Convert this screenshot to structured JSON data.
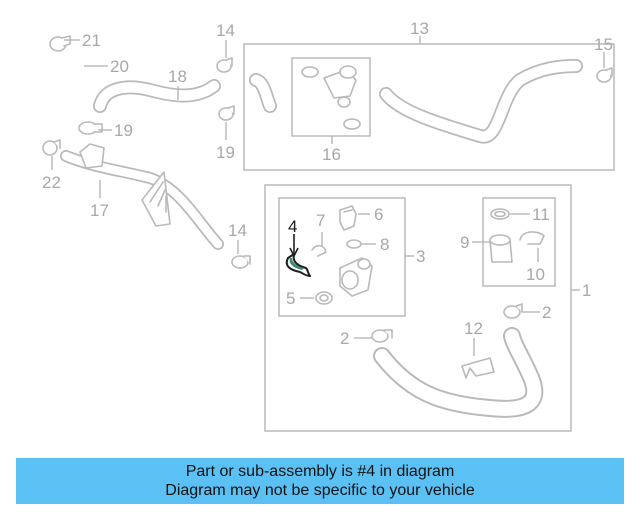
{
  "callouts": {
    "n1": "1",
    "n2": "2",
    "n3": "3",
    "n4": "4",
    "n5": "5",
    "n6": "6",
    "n7": "7",
    "n8": "8",
    "n9": "9",
    "n10": "10",
    "n11": "11",
    "n12": "12",
    "n13": "13",
    "n14": "14",
    "n15": "15",
    "n16": "16",
    "n17": "17",
    "n18": "18",
    "n19": "19",
    "n20": "20",
    "n21": "21",
    "n22": "22"
  },
  "highlighted_part": "4",
  "colors": {
    "banner_bg": "#5bc1f4",
    "line_art": "#b9b9b9",
    "highlight_line": "#1f1f1f",
    "highlight_fill": "#3d8c6e"
  },
  "banner": {
    "line1": "Part or sub-assembly is #4 in diagram",
    "line2": "Diagram may not be specific to your vehicle"
  }
}
